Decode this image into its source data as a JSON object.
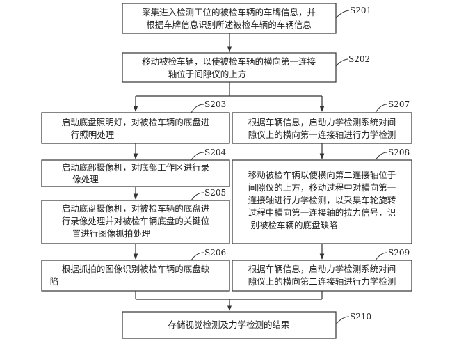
{
  "steps": {
    "s201": {
      "label": "S201",
      "lines": [
        "采集进入检测工位的被检车辆的车牌信息，并",
        "根据车牌信息识别所述被检车辆的车辆信息"
      ]
    },
    "s202": {
      "label": "S202",
      "lines": [
        "移动被检车辆，以使被检车辆的横向第一连接",
        "轴位于间隙仪的上方"
      ]
    },
    "s203": {
      "label": "S203",
      "lines": [
        "启动底盘照明灯，对被检车辆的底盘进",
        "行照明处理"
      ]
    },
    "s204": {
      "label": "S204",
      "lines": [
        "启动底部摄像机，对底部工作区进行录",
        "像处理"
      ]
    },
    "s205": {
      "label": "S205",
      "lines": [
        "启动底盘摄像机，对被检车辆的底盘进",
        "行录像处理并对被检车辆底盘的关键位",
        "置进行图像抓拍处理"
      ]
    },
    "s206": {
      "label": "S206",
      "lines": [
        "根据抓拍的图像识别被检车辆的底盘缺",
        "陷"
      ]
    },
    "s207": {
      "label": "S207",
      "lines": [
        "根据车辆信息，启动力学检测系统对间",
        "隙仪上的横向第一连接轴进行力学检测"
      ]
    },
    "s208": {
      "label": "S208",
      "lines": [
        "移动被检车辆以使横向第二连接轴位于",
        "间隙仪的上方，移动过程中对横向第一",
        "连接轴进行力学检测，以采集车轮旋转",
        "过程中横向第一连接轴的拉力信号，识",
        "别被检车辆的底盘缺陷"
      ]
    },
    "s209": {
      "label": "S209",
      "lines": [
        "根据车辆信息，启动力学检测系统对间",
        "隙仪上的横向第二连接轴进行力学检测"
      ]
    },
    "s210": {
      "label": "S210",
      "lines": [
        "存储视觉检测及力学检测的结果"
      ]
    }
  }
}
